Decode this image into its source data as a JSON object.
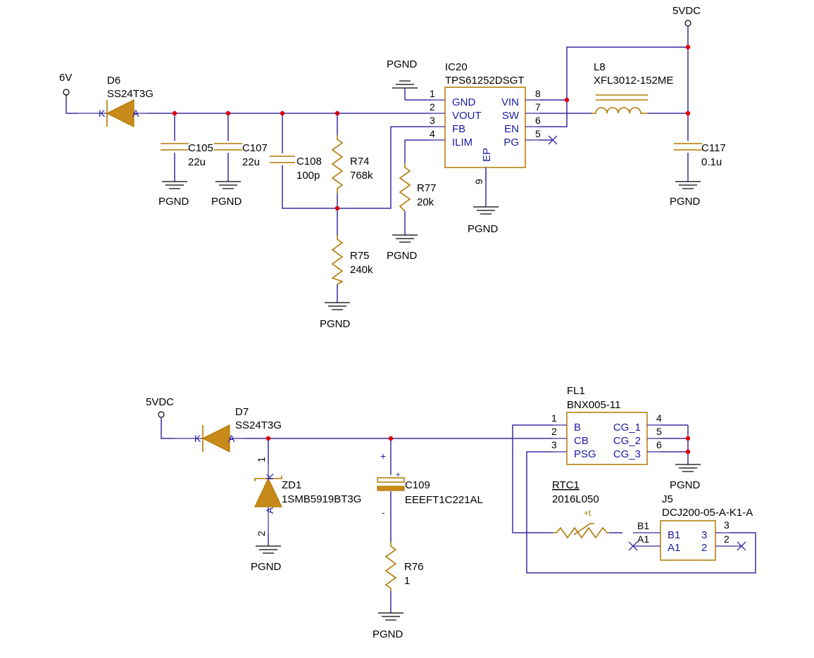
{
  "power": {
    "v6": "6V",
    "v5_top": "5VDC",
    "v5_bottom": "5VDC",
    "pgnd": "PGND"
  },
  "d6": {
    "ref": "D6",
    "value": "SS24T3G",
    "k": "K",
    "a": "A"
  },
  "d7": {
    "ref": "D7",
    "value": "SS24T3G",
    "k": "K",
    "a": "A"
  },
  "c105": {
    "ref": "C105",
    "value": "22u"
  },
  "c107": {
    "ref": "C107",
    "value": "22u"
  },
  "c108": {
    "ref": "C108",
    "value": "100p"
  },
  "c117": {
    "ref": "C117",
    "value": "0.1u"
  },
  "r74": {
    "ref": "R74",
    "value": "768k"
  },
  "r75": {
    "ref": "R75",
    "value": "240k"
  },
  "r77": {
    "ref": "R77",
    "value": "20k"
  },
  "r76": {
    "ref": "R76",
    "value": "1"
  },
  "ic20": {
    "ref": "IC20",
    "value": "TPS61252DSGT",
    "left_pins": [
      {
        "num": "1",
        "name": "GND"
      },
      {
        "num": "2",
        "name": "VOUT"
      },
      {
        "num": "3",
        "name": "FB"
      },
      {
        "num": "4",
        "name": "ILIM"
      }
    ],
    "right_pins": [
      {
        "num": "8",
        "name": "VIN"
      },
      {
        "num": "7",
        "name": "SW"
      },
      {
        "num": "6",
        "name": "EN"
      },
      {
        "num": "5",
        "name": "PG"
      }
    ],
    "ep_name": "EP",
    "ep_num": "9"
  },
  "l8": {
    "ref": "L8",
    "value": "XFL3012-152ME"
  },
  "zd1": {
    "ref": "ZD1",
    "value": "1SMB5919BT3G",
    "k": "K",
    "a": "A",
    "pin1": "1",
    "pin2": "2"
  },
  "c109": {
    "ref": "C109",
    "value": "EEEFT1C221AL",
    "plus": "+",
    "minus": "-",
    "plus_inner": "+"
  },
  "fl1": {
    "ref": "FL1",
    "value": "BNX005-11",
    "left_pins": [
      {
        "num": "1",
        "name": "B"
      },
      {
        "num": "2",
        "name": "CB"
      },
      {
        "num": "3",
        "name": "PSG"
      }
    ],
    "right_pins": [
      {
        "num": "4",
        "name": "CG_1"
      },
      {
        "num": "5",
        "name": "CG_2"
      },
      {
        "num": "6",
        "name": "CG_3"
      }
    ]
  },
  "rtc1": {
    "ref": "RTC1",
    "value": "2016L050"
  },
  "j5": {
    "ref": "J5",
    "value": "DCJ200-05-A-K1-A",
    "left_pins": [
      {
        "num": "B1",
        "name": "B1"
      },
      {
        "num": "A1",
        "name": "A1"
      }
    ],
    "right_pins": [
      {
        "num": "3",
        "name": "3"
      },
      {
        "num": "2",
        "name": "2"
      }
    ]
  }
}
